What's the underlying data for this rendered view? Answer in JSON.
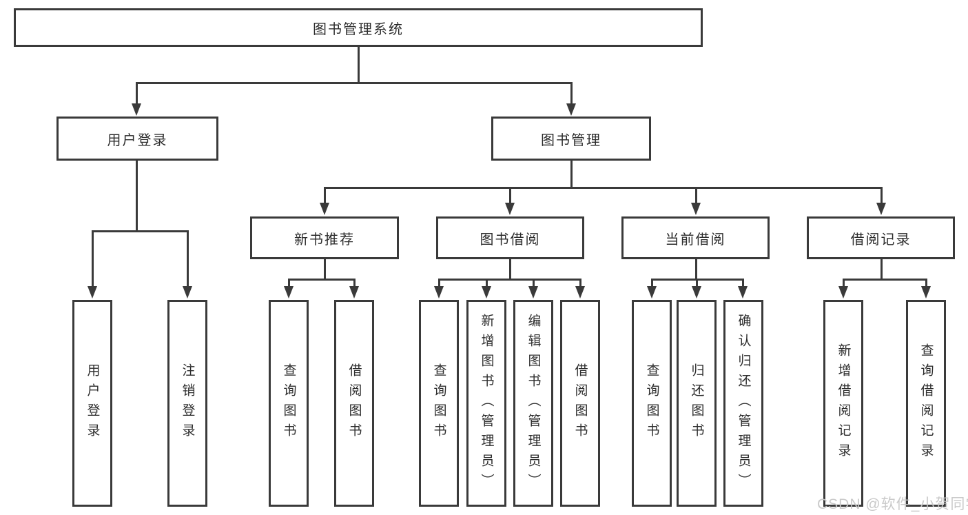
{
  "root": {
    "label": "图书管理系统"
  },
  "branches": [
    {
      "label": "用户登录",
      "children": [
        {
          "label": "用户登录"
        },
        {
          "label": "注销登录"
        }
      ]
    },
    {
      "label": "图书管理",
      "groups": [
        {
          "label": "新书推荐",
          "children": [
            {
              "label": "查询图书"
            },
            {
              "label": "借阅图书"
            }
          ]
        },
        {
          "label": "图书借阅",
          "children": [
            {
              "label": "查询图书"
            },
            {
              "label": "新增图书（管理员）"
            },
            {
              "label": "编辑图书（管理员）"
            },
            {
              "label": "借阅图书"
            }
          ]
        },
        {
          "label": "当前借阅",
          "children": [
            {
              "label": "查询图书"
            },
            {
              "label": "归还图书"
            },
            {
              "label": "确认归还（管理员）"
            }
          ]
        },
        {
          "label": "借阅记录",
          "children": [
            {
              "label": "新增借阅记录"
            },
            {
              "label": "查询借阅记录"
            }
          ]
        }
      ]
    }
  ],
  "watermark": "CSDN @软件_小贺同学",
  "colors": {
    "line": "#3a3a3a",
    "text": "#2d2d2d",
    "watermark": "#c7c7c7"
  }
}
